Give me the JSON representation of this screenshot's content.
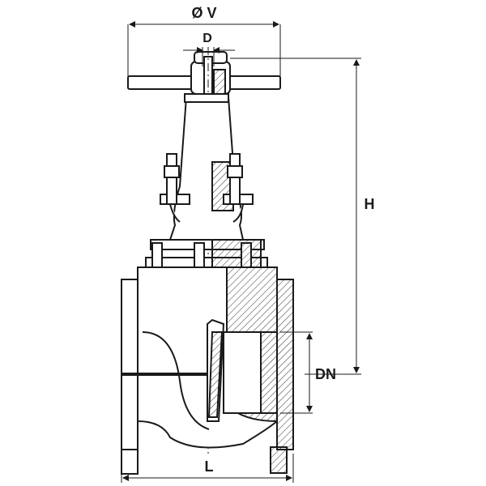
{
  "dimensions": {
    "handwheel_diameter": "Ø V",
    "stem_diameter": "D",
    "height": "H",
    "nominal_diameter": "DN",
    "face_to_face_length": "L"
  },
  "colors": {
    "line": "#1a1a1a",
    "hatch": "#333333",
    "fill": "#ffffff"
  }
}
